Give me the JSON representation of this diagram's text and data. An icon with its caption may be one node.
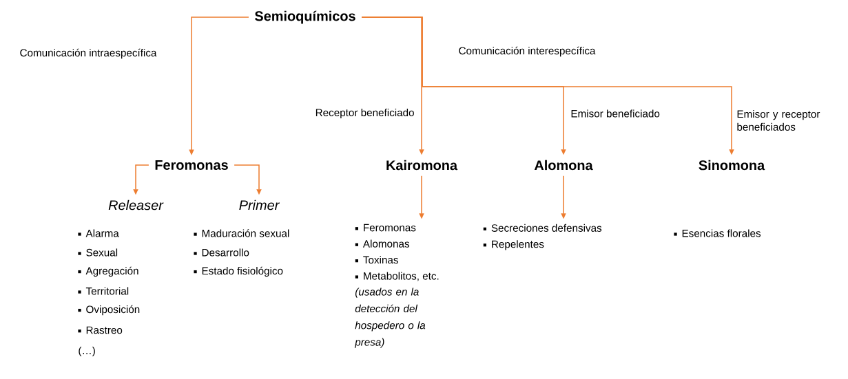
{
  "diagram": {
    "nodes": [
      {
        "text": [
          "Semioquímicos"
        ]
      },
      {
        "text": [
          "Feromonas"
        ]
      },
      {
        "text": [
          "Kairomona"
        ]
      },
      {
        "text": [
          "Alomona"
        ]
      },
      {
        "text": [
          "Sinomona"
        ]
      },
      {
        "text": [
          "Releaser"
        ]
      },
      {
        "text": [
          "Primer"
        ]
      },
      {
        "text": [
          "Feromonas",
          "Alomonas",
          "Toxinas",
          "Metabolitos, etc."
        ],
        "beside": [
          "(usados en la detección del hospedero o la presa)"
        ]
      },
      {
        "text": [
          "Secreciones defensivas",
          "Repelentes"
        ]
      }
    ],
    "edges": [
      {
        "from": 0,
        "to": 1,
        "arrow": "to",
        "label": "Comunicación intraespecífica"
      },
      {
        "from": 0,
        "to": 2,
        "arrow": "to",
        "label": "Receptor beneficiado"
      },
      {
        "from": 0,
        "to": 3,
        "arrow": "to",
        "label": "Emisor beneficiado"
      },
      {
        "from": 0,
        "to": 4,
        "arrow": "to",
        "label": "Emisor y receptor beneficiados"
      },
      {
        "from": 1,
        "to": 5,
        "arrow": "to"
      },
      {
        "from": 1,
        "to": 6,
        "arrow": "to"
      },
      {
        "from": 2,
        "to": 7,
        "arrow": "to"
      },
      {
        "from": 3,
        "to": 8,
        "arrow": "to"
      }
    ],
    "labels": [
      "Comunicación interespecífica",
      "Alarma",
      "Sexual",
      "Agregación",
      "Territorial",
      "Oviposición",
      "Rastreo",
      "(…)",
      "Maduración sexual",
      "Desarrollo",
      "Estado fisiológico",
      "Esencias florales"
    ]
  }
}
